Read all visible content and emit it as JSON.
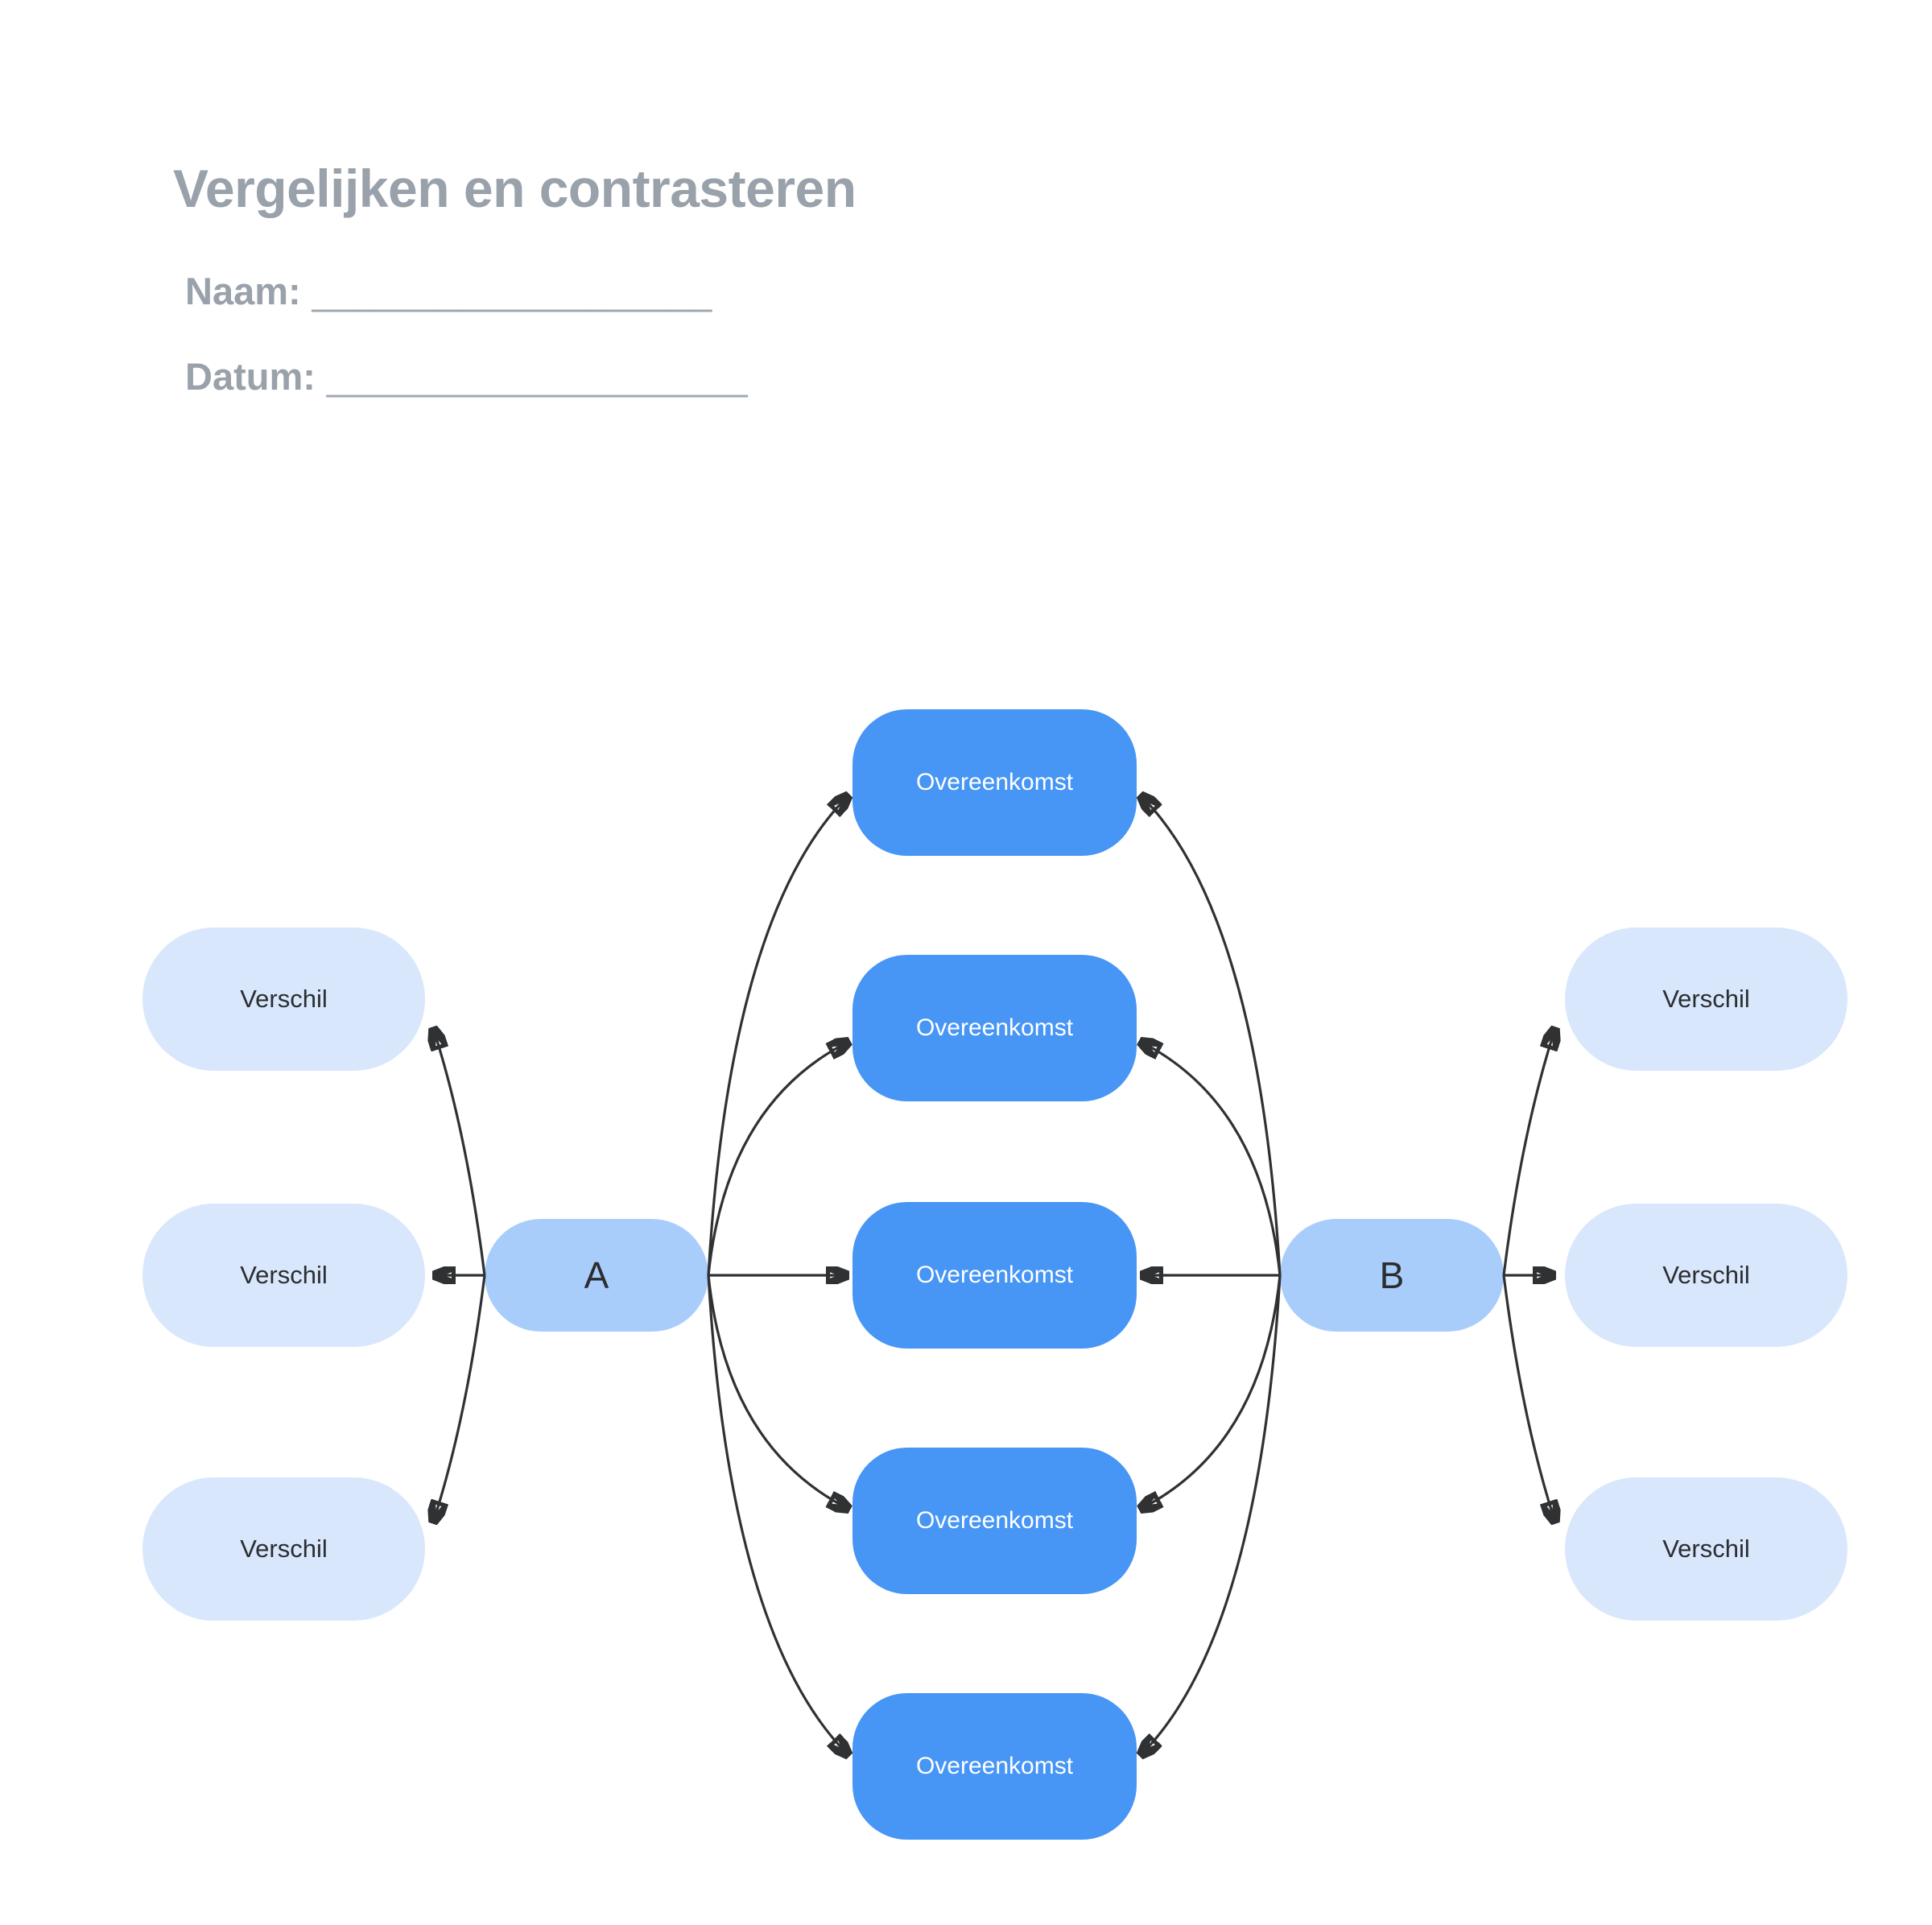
{
  "header": {
    "title": "Vergelijken en contrasteren",
    "name_label": "Naam:",
    "name_line": "___________________",
    "date_label": "Datum:",
    "date_line": "____________________"
  },
  "diagram": {
    "node_a_label": "A",
    "node_b_label": "B",
    "similarities": [
      "Overeenkomst",
      "Overeenkomst",
      "Overeenkomst",
      "Overeenkomst",
      "Overeenkomst"
    ],
    "differences_left": [
      "Verschil",
      "Verschil",
      "Verschil"
    ],
    "differences_right": [
      "Verschil",
      "Verschil",
      "Verschil"
    ]
  },
  "colors": {
    "similarity-fill": "#4795F4",
    "ab-fill": "#A9CDFA",
    "difference-fill": "#D8E7FC",
    "connector": "#2F3133",
    "heading-text": "#99A1AA",
    "node-text": "#2B2D30",
    "similarity-text": "#FFFFFF"
  }
}
